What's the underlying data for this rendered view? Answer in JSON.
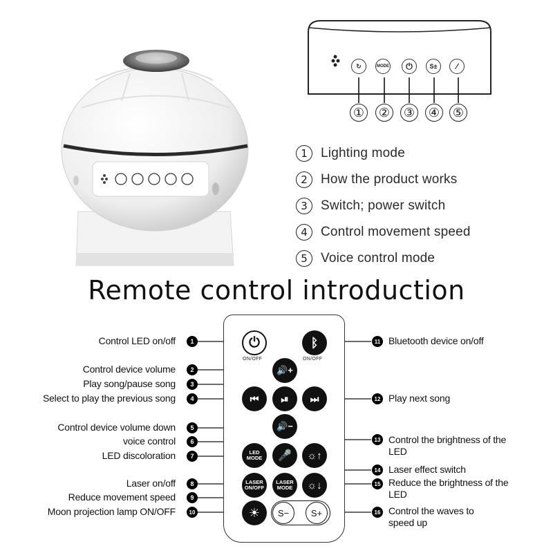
{
  "product_panel": {
    "buttons": [
      {
        "icon": "lighting-mode-icon",
        "glyph": "↻"
      },
      {
        "icon": "mode-icon",
        "glyph": "MODE"
      },
      {
        "icon": "power-icon",
        "glyph": "⏻"
      },
      {
        "icon": "speed-icon",
        "glyph": "S±"
      },
      {
        "icon": "microphone-icon",
        "glyph": "∕"
      }
    ],
    "numbers": [
      "①",
      "②",
      "③",
      "④",
      "⑤"
    ]
  },
  "legend": [
    {
      "num": "1",
      "text": "Lighting mode"
    },
    {
      "num": "2",
      "text": "How the product works"
    },
    {
      "num": "3",
      "text": "Switch; power switch"
    },
    {
      "num": "4",
      "text": "Control movement speed"
    },
    {
      "num": "5",
      "text": "Voice control mode"
    }
  ],
  "title": "Remote control introduction",
  "remote": {
    "onoff_label": "ON/OFF",
    "bt_onoff_label": "ON/OFF",
    "led_mode": "LED MODE",
    "laser_onoff": "LASER ON/OFF",
    "laser_mode": "LASER MODE",
    "speed_down": "S−",
    "speed_up": "S+"
  },
  "callouts_left": [
    {
      "num": "1",
      "text": "Control LED on/off"
    },
    {
      "num": "2",
      "text": "Control device volume"
    },
    {
      "num": "3",
      "text": "Play song/pause song"
    },
    {
      "num": "4",
      "text": "Select to play the previous song"
    },
    {
      "num": "5",
      "text": "Control device volume down"
    },
    {
      "num": "6",
      "text": "voice control"
    },
    {
      "num": "7",
      "text": "LED discoloration"
    },
    {
      "num": "8",
      "text": "Laser on/off"
    },
    {
      "num": "9",
      "text": "Reduce movement speed"
    },
    {
      "num": "10",
      "text": "Moon projection lamp ON/OFF"
    }
  ],
  "callouts_right": [
    {
      "num": "11",
      "text": "Bluetooth device on/off"
    },
    {
      "num": "12",
      "text": "Play next song"
    },
    {
      "num": "13",
      "text": "Control the brightness of the LED"
    },
    {
      "num": "14",
      "text": "Laser effect switch"
    },
    {
      "num": "15",
      "text": "Reduce the brightness of the LED"
    },
    {
      "num": "16",
      "text": "Control the waves to speed up"
    }
  ]
}
